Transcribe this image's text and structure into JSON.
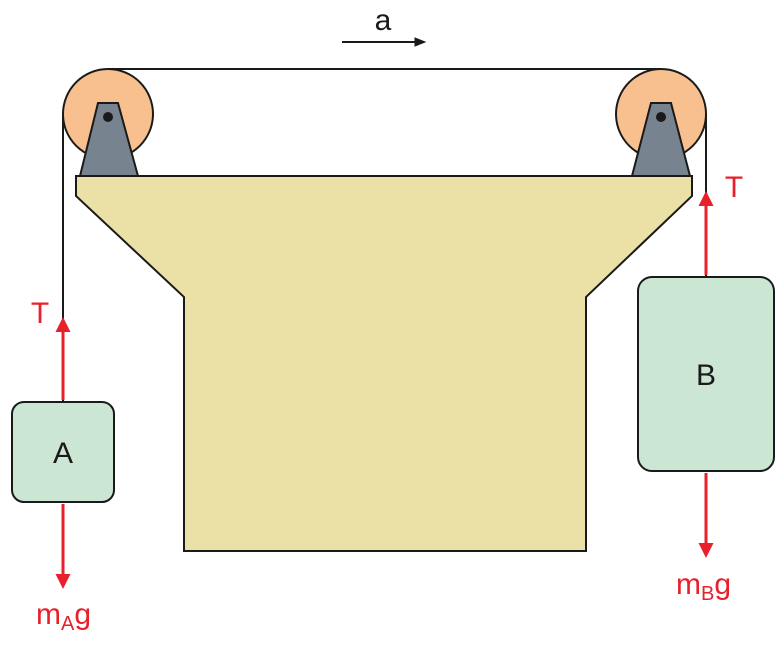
{
  "labels": {
    "acceleration": "a",
    "tension_left": "T",
    "tension_right": "T",
    "block_a": "A",
    "block_b": "B",
    "weight_a_main": "m",
    "weight_a_sub": "A",
    "weight_a_tail": "g",
    "weight_b_main": "m",
    "weight_b_sub": "B",
    "weight_b_tail": "g"
  },
  "colors": {
    "table": "#ebe1a6",
    "pulley": "#f7c08e",
    "bracket": "#77838f",
    "block": "#cbe6d3",
    "force_arrow": "#e8202b",
    "string": "#1a1a1a"
  }
}
